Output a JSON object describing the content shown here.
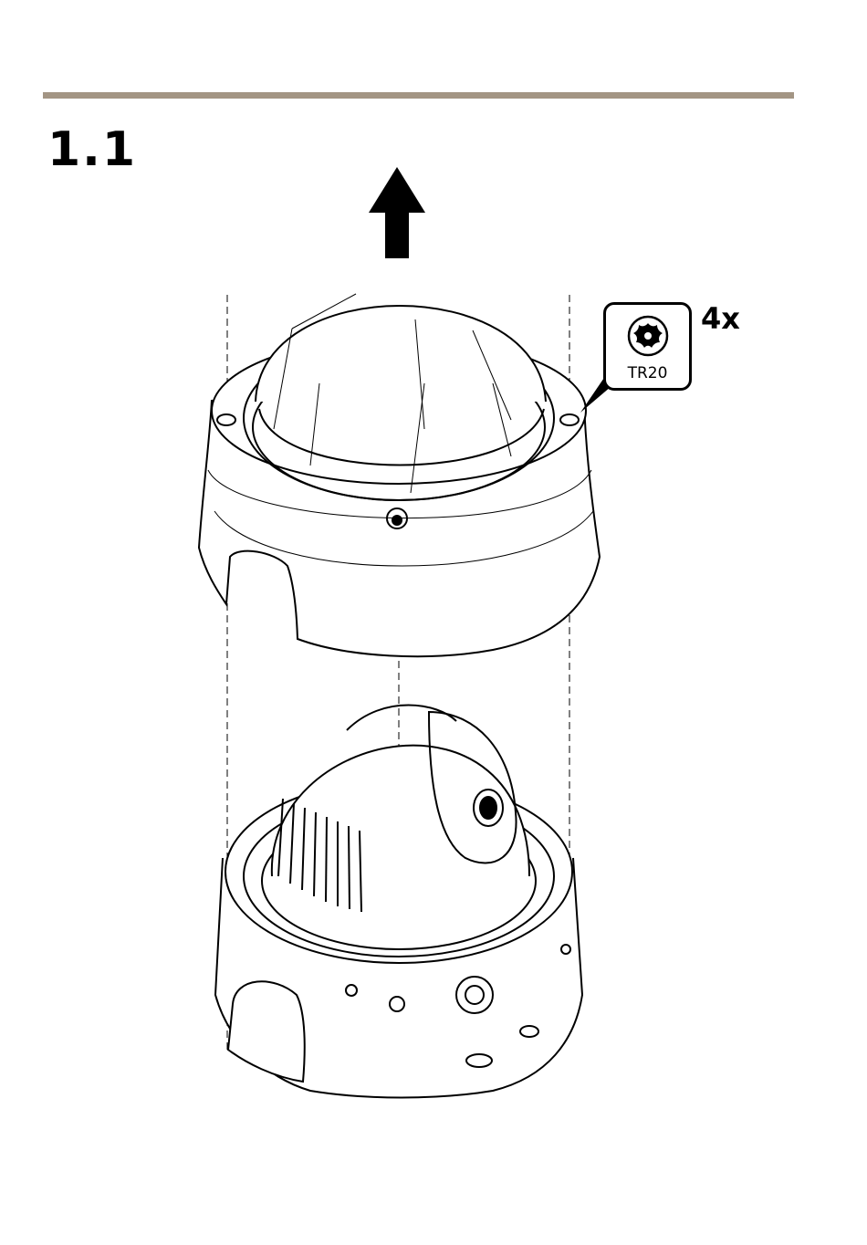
{
  "step": {
    "number": "1.1"
  },
  "tool": {
    "name": "TR20",
    "quantity": "4x",
    "icon": "torx-screwdriver-icon"
  },
  "colors": {
    "rule": "#a39584",
    "ink": "#000000"
  }
}
